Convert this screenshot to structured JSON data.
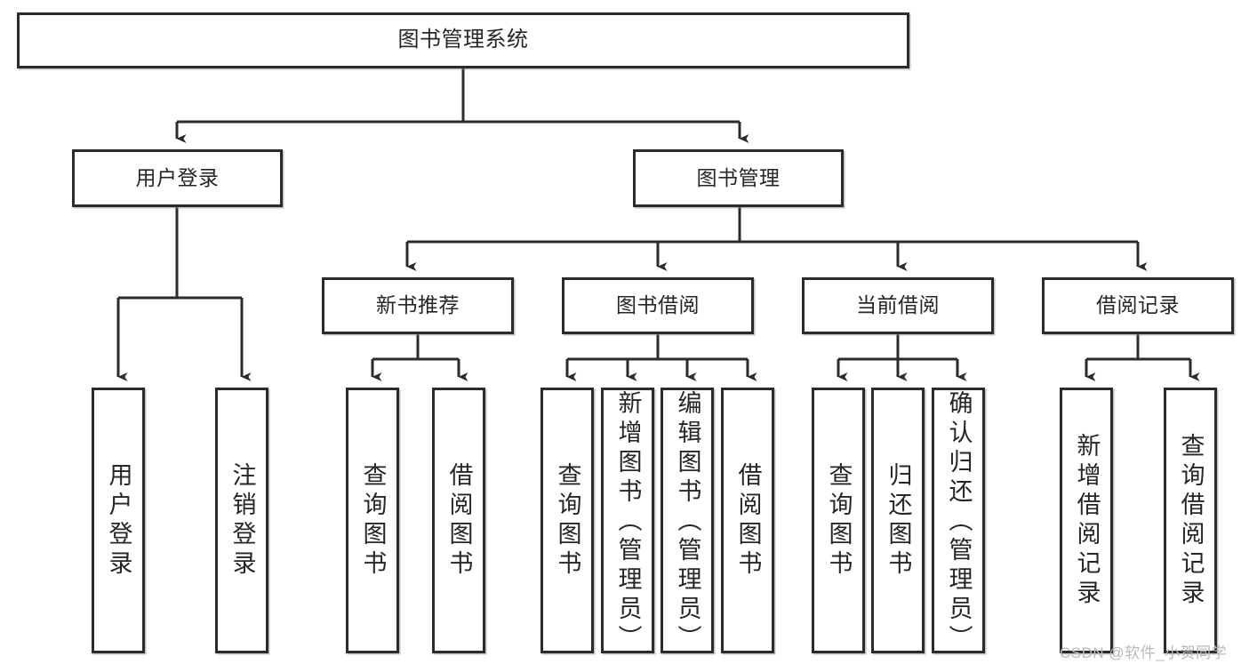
{
  "diagram": {
    "title": "图书管理系统",
    "type": "tree-hierarchy",
    "root": {
      "label": "图书管理系统"
    },
    "level2": [
      {
        "label": "用户登录"
      },
      {
        "label": "图书管理"
      }
    ],
    "level3": [
      {
        "label": "新书推荐"
      },
      {
        "label": "图书借阅"
      },
      {
        "label": "当前借阅"
      },
      {
        "label": "借阅记录"
      }
    ],
    "leaves": {
      "user_login": [
        {
          "label": "用户登录"
        },
        {
          "label": "注销登录"
        }
      ],
      "new_book_recommend": [
        {
          "label": "查询图书"
        },
        {
          "label": "借阅图书"
        }
      ],
      "book_borrow": [
        {
          "label": "查询图书"
        },
        {
          "label": "新增图书（管理员）"
        },
        {
          "label": "编辑图书（管理员）"
        },
        {
          "label": "借阅图书"
        }
      ],
      "current_borrow": [
        {
          "label": "查询图书"
        },
        {
          "label": "归还图书"
        },
        {
          "label": "确认归还（管理员）"
        }
      ],
      "borrow_record": [
        {
          "label": "新增借阅记录"
        },
        {
          "label": "查询借阅记录"
        }
      ]
    }
  },
  "watermark": {
    "text": "CSDN @软件_小贺同学"
  },
  "colors": {
    "border": "#2b2b2b",
    "text": "#262626",
    "background": "#ffffff",
    "watermark": "#b9b9b9"
  }
}
